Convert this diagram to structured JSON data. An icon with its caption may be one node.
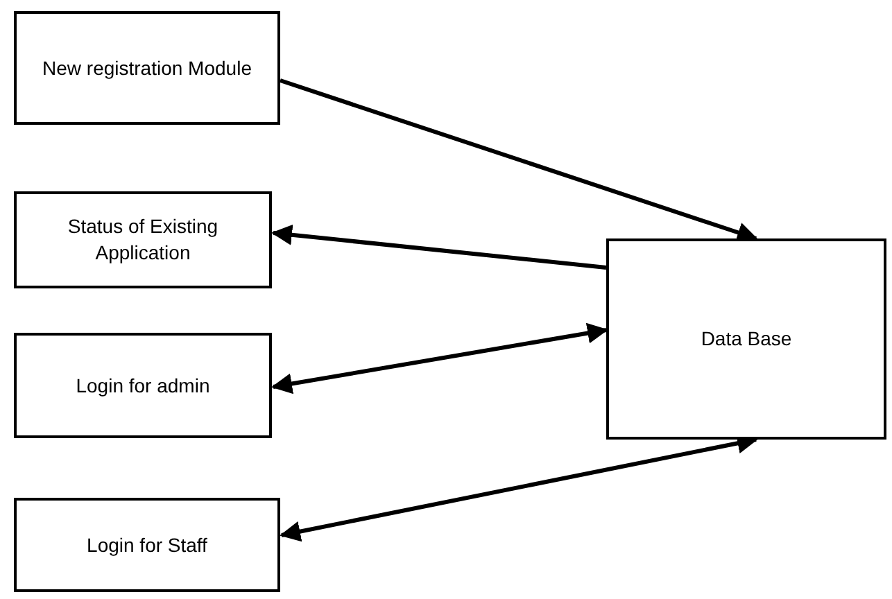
{
  "diagram": {
    "nodes": [
      {
        "text": [
          "New registration Module"
        ]
      },
      {
        "text": [
          "Status of Existing Application"
        ]
      },
      {
        "text": [
          "Login for admin"
        ]
      },
      {
        "text": [
          "Login for Staff"
        ]
      },
      {
        "text": [
          "Data Base"
        ]
      }
    ],
    "edges": [
      {
        "from": 0,
        "to": 4,
        "arrow": "to"
      },
      {
        "from": 4,
        "to": 1,
        "arrow": "to"
      },
      {
        "from": 2,
        "to": 4,
        "arrow": "both"
      },
      {
        "from": 3,
        "to": 4,
        "arrow": "both"
      }
    ]
  }
}
